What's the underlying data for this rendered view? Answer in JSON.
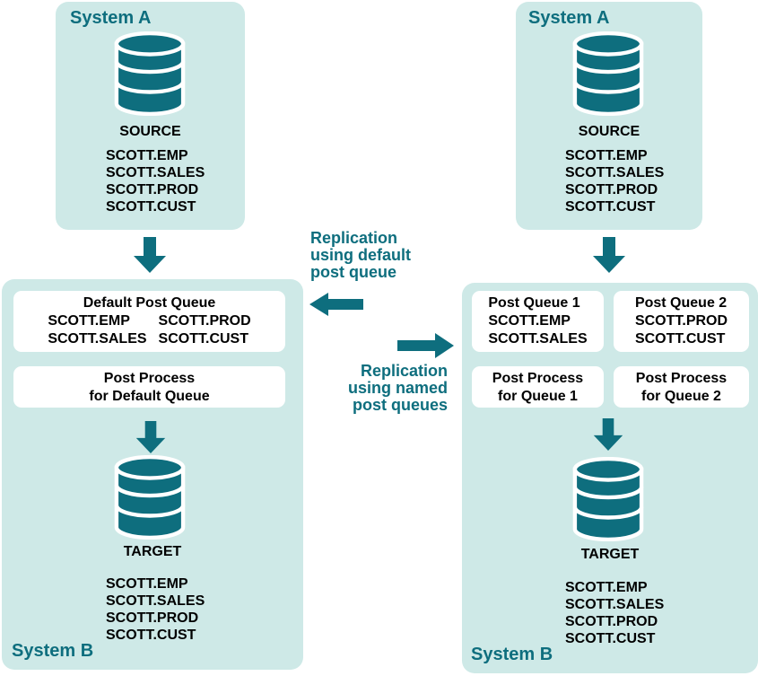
{
  "colors": {
    "panel_bg": "#cee9e7",
    "teal": "#0e6e7e",
    "box_bg": "#ffffff",
    "text": "#000000"
  },
  "left": {
    "system_a": {
      "title": "System A",
      "db_label": "SOURCE",
      "tables": [
        "SCOTT.EMP",
        "SCOTT.SALES",
        "SCOTT.PROD",
        "SCOTT.CUST"
      ]
    },
    "system_b": {
      "title": "System B",
      "default_queue_box": {
        "title": "Default Post Queue",
        "col1": [
          "SCOTT.EMP",
          "SCOTT.SALES"
        ],
        "col2": [
          "SCOTT.PROD",
          "SCOTT.CUST"
        ]
      },
      "post_process_box": {
        "line1": "Post Process",
        "line2": "for Default Queue"
      },
      "db_label": "TARGET",
      "tables": [
        "SCOTT.EMP",
        "SCOTT.SALES",
        "SCOTT.PROD",
        "SCOTT.CUST"
      ]
    }
  },
  "middle": {
    "default_replication_label": {
      "line1": "Replication",
      "line2": "using default",
      "line3": "post queue"
    },
    "named_replication_label": {
      "line1": "Replication",
      "line2": "using named",
      "line3": "post queues"
    }
  },
  "right": {
    "system_a": {
      "title": "System A",
      "db_label": "SOURCE",
      "tables": [
        "SCOTT.EMP",
        "SCOTT.SALES",
        "SCOTT.PROD",
        "SCOTT.CUST"
      ]
    },
    "system_b": {
      "title": "System B",
      "queue1_box": {
        "title": "Post Queue 1",
        "tables": [
          "SCOTT.EMP",
          "SCOTT.SALES"
        ]
      },
      "queue2_box": {
        "title": "Post Queue 2",
        "tables": [
          "SCOTT.PROD",
          "SCOTT.CUST"
        ]
      },
      "process1_box": {
        "line1": "Post Process",
        "line2": "for Queue 1"
      },
      "process2_box": {
        "line1": "Post Process",
        "line2": "for Queue 2"
      },
      "db_label": "TARGET",
      "tables": [
        "SCOTT.EMP",
        "SCOTT.SALES",
        "SCOTT.PROD",
        "SCOTT.CUST"
      ]
    }
  }
}
